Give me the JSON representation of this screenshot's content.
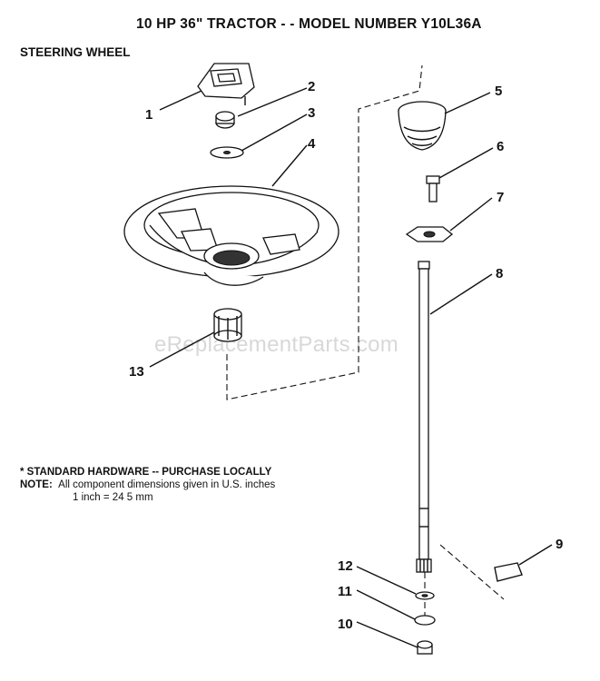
{
  "title": "10 HP 36\" TRACTOR - - MODEL NUMBER Y10L36A",
  "section": "STEERING WHEEL",
  "watermark": "eReplacementParts.com",
  "notes": {
    "hardware": "* STANDARD HARDWARE -- PURCHASE LOCALLY",
    "note_label": "NOTE:",
    "note_text": "All component dimensions given in U.S. inches",
    "conversion": "1 inch = 24 5 mm"
  },
  "callouts": [
    {
      "number": "1",
      "part": "steering-cap"
    },
    {
      "number": "2",
      "part": "nut"
    },
    {
      "number": "3",
      "part": "washer"
    },
    {
      "number": "4",
      "part": "steering-wheel"
    },
    {
      "number": "5",
      "part": "boot"
    },
    {
      "number": "6",
      "part": "bolt"
    },
    {
      "number": "7",
      "part": "bearing-flange"
    },
    {
      "number": "8",
      "part": "steering-shaft"
    },
    {
      "number": "9",
      "part": "steering-pinion-area"
    },
    {
      "number": "10",
      "part": "nut"
    },
    {
      "number": "11",
      "part": "retaining-ring"
    },
    {
      "number": "12",
      "part": "washer"
    },
    {
      "number": "13",
      "part": "adapter"
    }
  ]
}
